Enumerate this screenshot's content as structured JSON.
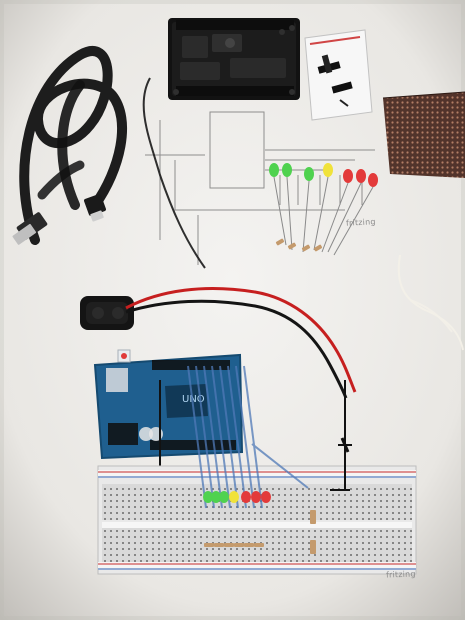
{
  "labels": {
    "fritzing_top": "fritzing",
    "fritzing_bottom": "fritzing"
  },
  "board": {
    "uno_text": "UNO"
  },
  "colors": {
    "background": "#d9d7d3",
    "paper": "#f1f0ee",
    "cable": "#151515",
    "arduino_blue": "#1f5f8f",
    "led_green": "#4fd24f",
    "led_yellow": "#f0e23a",
    "led_red": "#e33a3a",
    "wire_red": "#c61f1f"
  }
}
